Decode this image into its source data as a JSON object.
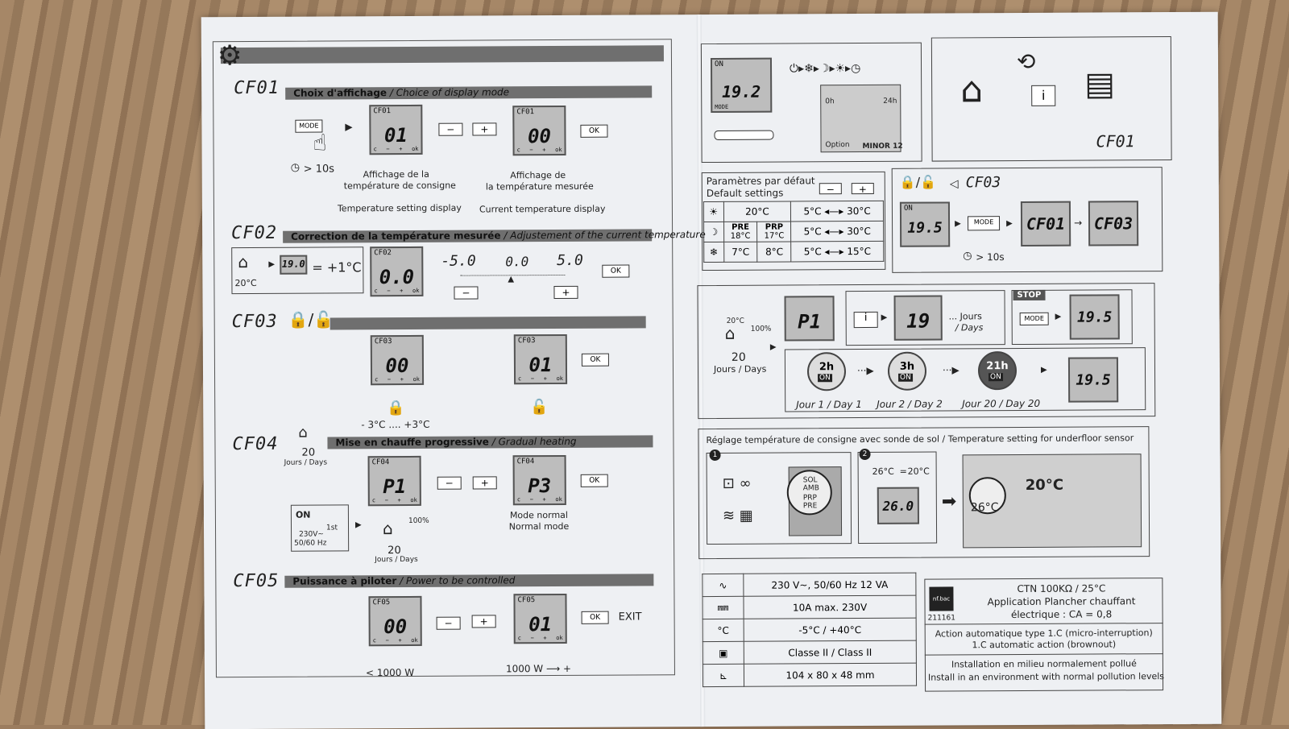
{
  "left": {
    "cf01": {
      "code": "CF01",
      "bar_fr": "Choix d'affichage",
      "bar_en": "/ Choice of display mode",
      "mode_btn": "MODE",
      "hold": "> 10s",
      "lcd_a_title": "CF01",
      "lcd_a_value": "01",
      "lcd_b_title": "CF01",
      "lcd_b_value": "00",
      "minus": "−",
      "plus": "+",
      "ok": "OK",
      "label_a_fr1": "Affichage de la",
      "label_a_fr2": "température de consigne",
      "label_b_fr1": "Affichage de",
      "label_b_fr2": "la température mesurée",
      "label_a_en": "Temperature setting display",
      "label_b_en": "Current temperature display"
    },
    "cf02": {
      "code": "CF02",
      "bar_fr": "Correction de la température mesurée",
      "bar_en": "/ Adjustement of the current temperature",
      "room_temp": "20°C",
      "display": "19.0",
      "equals": "= +1°C",
      "lcd_title": "CF02",
      "lcd_value": "0.0",
      "scale_min": "-5.0",
      "scale_mid": "0.0",
      "scale_max": "5.0",
      "minus": "−",
      "plus": "+",
      "ok": "OK"
    },
    "cf03": {
      "code": "CF03",
      "lcd_a_title": "CF03",
      "lcd_a_value": "00",
      "lcd_b_title": "CF03",
      "lcd_b_value": "01",
      "ok": "OK",
      "range": "- 3°C .... +3°C"
    },
    "cf04": {
      "code": "CF04",
      "bar_fr": "Mise en chauffe progressive",
      "bar_en": "/ Gradual heating",
      "days_num": "20",
      "days_label": "Jours / Days",
      "lcd_a_title": "CF04",
      "lcd_a_value": "P1",
      "lcd_b_title": "CF04",
      "lcd_b_value": "P3",
      "minus": "−",
      "plus": "+",
      "ok": "OK",
      "mode_fr": "Mode normal",
      "mode_en": "Normal mode",
      "on": "ON",
      "first": "1st",
      "voltage": "230V~",
      "freq": "50/60 Hz",
      "pct": "100%",
      "days_num2": "20",
      "days_label2": "Jours / Days"
    },
    "cf05": {
      "code": "CF05",
      "bar_fr": "Puissance à piloter",
      "bar_en": "/ Power to be controlled",
      "lcd_a_title": "CF05",
      "lcd_a_value": "00",
      "lcd_b_title": "CF05",
      "lcd_b_value": "01",
      "minus": "−",
      "plus": "+",
      "ok": "OK",
      "exit": "EXIT",
      "low": "< 1000 W",
      "high": "1000 W ⟶ +"
    }
  },
  "right": {
    "top": {
      "lcd_on": "ON",
      "lcd_value": "19.2",
      "lcd_mode": "MODE",
      "h0": "0h",
      "h24": "24h",
      "option": "Option",
      "minor": "MINOR 12",
      "cf01": "CF01"
    },
    "defaults": {
      "title_fr": "Paramètres par défaut",
      "title_en": "Default settings",
      "minus": "−",
      "plus": "+",
      "comfort": "20°C",
      "comfort_range": "5°C ◂—▸ 30°C",
      "pre_label": "PRE",
      "pre_value": "18°C",
      "prp_label": "PRP",
      "prp_value": "17°C",
      "eco_range": "5°C ◂—▸ 30°C",
      "frost_a": "7°C",
      "frost_b": "8°C",
      "frost_range": "5°C ◂—▸ 15°C"
    },
    "lock": {
      "code": "CF03",
      "lcd_on": "ON",
      "lcd_value": "19.5",
      "mode_btn": "MODE",
      "cf01": "CF01",
      "cf03": "CF03",
      "hold": "> 10s"
    },
    "gradual": {
      "temp": "20°C",
      "pct": "100%",
      "days": "20",
      "days_label": "Jours / Days",
      "p1": "P1",
      "count": "19",
      "jours": "... Jours",
      "days_en": "/ Days",
      "stop": "STOP",
      "mode_btn": "MODE",
      "final": "19.5",
      "dial1": "2h",
      "dial2": "3h",
      "dial3": "21h",
      "on": "ON",
      "day1": "Jour 1 / Day 1",
      "day2": "Jour 2 / Day 2",
      "day20": "Jour 20 / Day 20",
      "final2": "19.5"
    },
    "sensor": {
      "title": "Réglage température de consigne avec sonde de sol / Temperature setting for underfloor sensor",
      "step1": "1",
      "step2": "2",
      "sol": "SOL",
      "amb": "AMB",
      "prp": "PRP",
      "pre": "PRE",
      "t26": "26°C",
      "eq": "=",
      "t20": "20°C",
      "lcd": "26.0",
      "room20": "20°C",
      "room26": "26°C"
    },
    "specs": {
      "rows": [
        {
          "icon": "∿",
          "text": "230 V~, 50/60 Hz 12 VA"
        },
        {
          "icon": "⩎⩎",
          "text": "10A max. 230V"
        },
        {
          "icon": "°C",
          "text": "-5°C / +40°C"
        },
        {
          "icon": "▣",
          "text": "Classe II / Class II"
        },
        {
          "icon": "⊾",
          "text": "104 x 80 x 48 mm"
        }
      ],
      "cert_top": "nf.bac",
      "cert_num": "211161",
      "ctn": "CTN 100KΩ / 25°C",
      "app1": "Application Plancher chauffant",
      "app2": "électrique : CA = 0,8",
      "action1": "Action automatique type 1.C (micro-interruption)",
      "action2": "1.C automatic action (brownout)",
      "install1": "Installation en milieu normalement pollué",
      "install2": "Install in an environment with normal pollution levels"
    }
  }
}
